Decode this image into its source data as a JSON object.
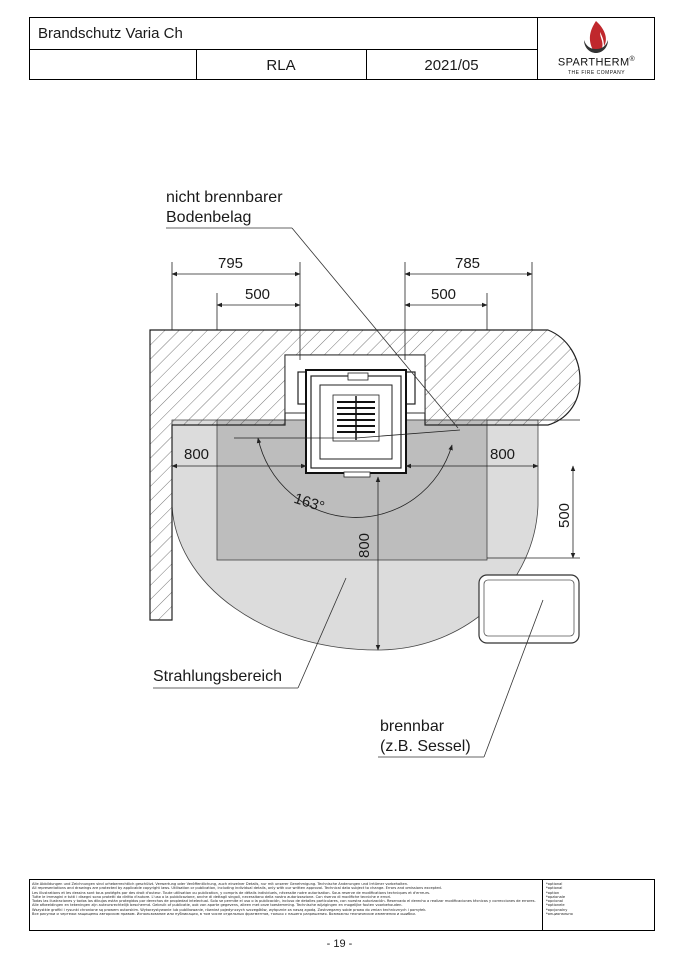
{
  "header": {
    "title": "Brandschutz Varia Ch",
    "code": "RLA",
    "date": "2021/05",
    "brand": "SPARTHERM",
    "brand_mark": "®",
    "brand_tagline": "THE FIRE COMPANY"
  },
  "diagram": {
    "labels": {
      "floor_top": "nicht brennbarer",
      "floor_bottom": "Bodenbelag",
      "radiation": "Strahlungsbereich",
      "combustible_top": "brennbar",
      "combustible_bottom": "(z.B. Sessel)"
    },
    "dimensions": {
      "left_outer": "795",
      "left_inner": "500",
      "right_outer": "785",
      "right_inner": "500",
      "side_left": "800",
      "side_right": "800",
      "front": "800",
      "right_vertical": "500",
      "angle": "163°"
    }
  },
  "footer": {
    "legal_lines": [
      "Alle Abbildungen und Zeichnungen sind urheberrechtlich geschützt. Verwertung oder Veröffentlichung, auch einzelner Details, nur mit unserer Genehmigung. Technische Änderungen und Irrtümer vorbehalten.",
      "All representations and drawings are protected by applicable copyright laws. Utilisation or publication, including individual details, only with our written approval. Technical data subject to change. Errors and omissions excepted.",
      "Les illustrations et les dessins sont tous protégés par des droit d'auteur. Toute utilisation ou publication, y compris de détails individuels, nécessite notre autorisation. Sous reserve de modifications techniques et d'erreurs.",
      "Tutte le immagini e tutti i disegni sono protetti da diritto d'autore. L'uso o la pubblicazione, anche di dettagli singoli, necessitano della nostra autorizzazione. Con riserva di modifiche tecniche e errori.",
      "Todas las ilustraciones y todos los dibujos están protegidos por derechos de propiedad intelectual. Solo se permite el uso o la publicación, incluso de detalles particulares, con nuestra autorización. Reservado el derecho a realizar modificaciones técnicas y correcciones de errores.",
      "Alle afbeeldingen en tekeningen zijn auteursrechtelijk beschermd. Gebruik of publicatie, ook van aparte gegevens, alleen met onze toestemming. Technische wijzigingen en mogelijke fouten voorbehouden.",
      "Wszystkie grafiki i rysunki chronione są prawem autorskim. Wykorzystywanie lub publikowanie, również pojedynczych szczegółów, wyłącznie za naszą zgodą. Zastrzegamy sobie prawo do zmian technicznych i pomyłek.",
      "Все рисунки и чертежи защищены авторским правом. Использование или публикация, в том числе отдельных фрагментов, только с нашего разрешения. Возможны технические изменения и ошибки."
    ],
    "optional_notes": [
      "*optional",
      "*optional",
      "*option",
      "*opzionale",
      "*opcional",
      "*optionele",
      "*opcjonalny",
      "*опционально"
    ],
    "page_number": "- 19 -"
  }
}
